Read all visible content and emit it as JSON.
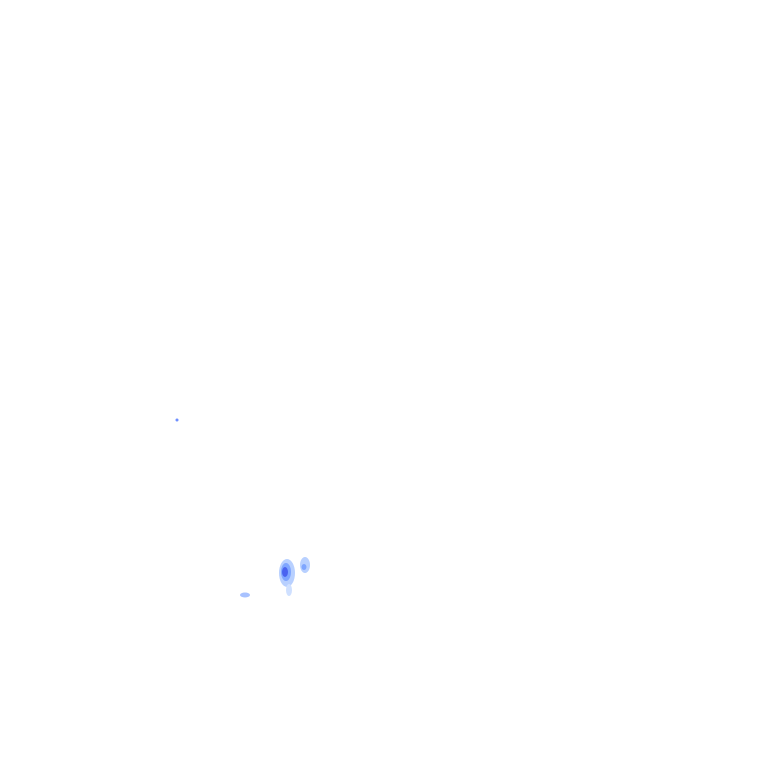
{
  "map": {
    "layer": "precipitation-radar-overlay",
    "colors": {
      "light": "#b8d0ff",
      "medium": "#7fa6ff",
      "heavy": "#4a63f0",
      "background": "#ffffff"
    },
    "echoes": [
      {
        "lon_frac": 0.373,
        "lat_frac": 0.742,
        "intensity": "heavy"
      },
      {
        "lon_frac": 0.397,
        "lat_frac": 0.735,
        "intensity": "medium"
      },
      {
        "lon_frac": 0.318,
        "lat_frac": 0.775,
        "intensity": "light"
      },
      {
        "lon_frac": 0.23,
        "lat_frac": 0.547,
        "intensity": "light"
      }
    ]
  }
}
